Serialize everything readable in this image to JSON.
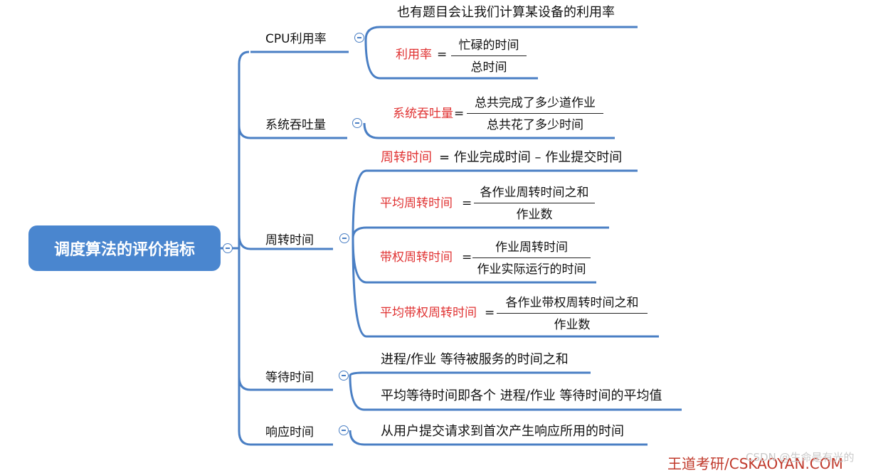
{
  "root": "调度算法的评价指标",
  "branches": {
    "cpu": {
      "label": "CPU利用率",
      "note": "也有题目会让我们计算某设备的利用率",
      "formula": {
        "lhs": "利用率",
        "op": "=",
        "num": "忙碌的时间",
        "den": "总时间"
      }
    },
    "throughput": {
      "label": "系统吞吐量",
      "formula": {
        "lhs": "系统吞吐量",
        "op": "=",
        "num": "总共完成了多少道作业",
        "den": "总共花了多少时间"
      }
    },
    "turnaround": {
      "label": "周转时间",
      "def": {
        "lhs": "周转时间",
        "rhs": "= 作业完成时间 – 作业提交时间"
      },
      "avg": {
        "lhs": "平均周转时间",
        "op": "=",
        "num": "各作业周转时间之和",
        "den": "作业数"
      },
      "weighted": {
        "lhs": "带权周转时间",
        "op": "=",
        "num": "作业周转时间",
        "den": "作业实际运行的时间"
      },
      "avg_weighted": {
        "lhs": "平均带权周转时间",
        "op": "=",
        "num": "各作业带权周转时间之和",
        "den": "作业数"
      }
    },
    "waiting": {
      "label": "等待时间",
      "item1": "进程/作业 等待被服务的时间之和",
      "item2": "平均等待时间即各个 进程/作业 等待时间的平均值"
    },
    "response": {
      "label": "响应时间",
      "item1": "从用户提交请求到首次产生响应所用的时间"
    }
  },
  "watermark": {
    "brand": "王道考研/CSKAOYAN.COM",
    "csdn": "CSDN @生命是有光的"
  },
  "colors": {
    "line": "#4a7fc4",
    "root_fill": "#4a86cf",
    "highlight": "#e03232"
  }
}
